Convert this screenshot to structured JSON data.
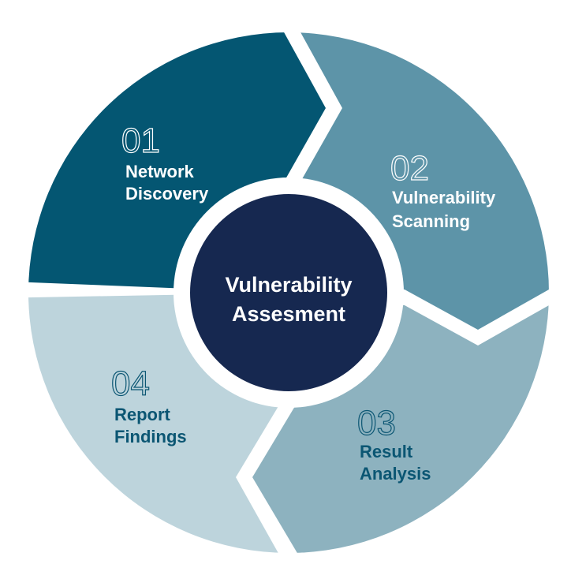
{
  "center": {
    "line1": "Vulnerability",
    "line2": "Assesment"
  },
  "steps": [
    {
      "number": "01",
      "line1": "Network",
      "line2": "Discovery",
      "color": "#045672"
    },
    {
      "number": "02",
      "line1": "Vulnerability",
      "line2": "Scanning",
      "color": "#5d94a8"
    },
    {
      "number": "03",
      "line1": "Result",
      "line2": "Analysis",
      "color": "#8db2bf"
    },
    {
      "number": "04",
      "line1": "Report",
      "line2": "Findings",
      "color": "#bdd4dc"
    }
  ],
  "colors": {
    "center": "#162850",
    "dark_text": "#0b5673",
    "light_text": "#ffffff"
  }
}
